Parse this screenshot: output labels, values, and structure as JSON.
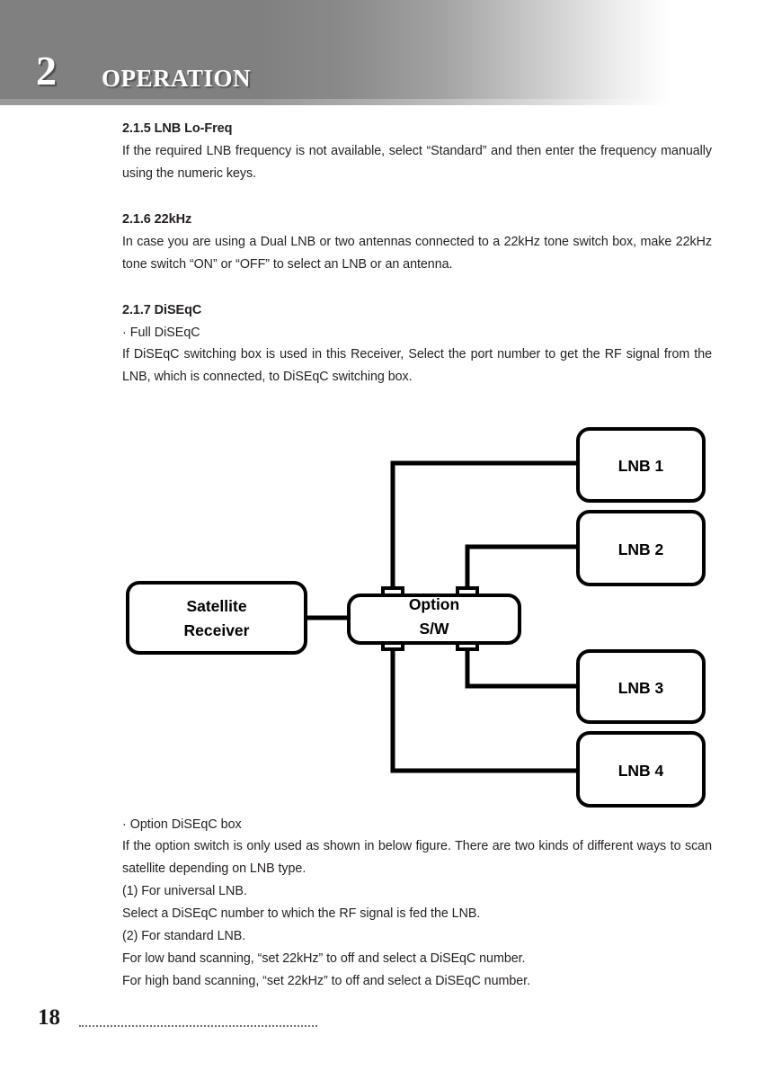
{
  "page": {
    "chapter_number": "2",
    "chapter_title": "OPERATION",
    "page_number": "18"
  },
  "sections": [
    {
      "heading": "2.1.5 LNB Lo-Freq",
      "body": "If the required LNB frequency is not available, select “Standard” and then enter the frequency manually using the numeric keys."
    },
    {
      "heading": "2.1.6 22kHz",
      "body": "In case you are using a Dual LNB or two antennas connected to a 22kHz tone switch box, make 22kHz tone switch “ON” or “OFF” to select an LNB or an antenna."
    },
    {
      "heading": "2.1.7 DiSEqC",
      "bullet": "· Full DiSEqC",
      "body": "If DiSEqC switching box is used in this Receiver, Select the port number to get the RF signal from the LNB, which is connected, to DiSEqC switching box."
    }
  ],
  "diagram": {
    "nodes": {
      "receiver": "Satellite\nReceiver",
      "receiver_line1": "Satellite",
      "receiver_line2": "Receiver",
      "switch_line1": "Option",
      "switch_line2": "S/W",
      "lnb1": "LNB 1",
      "lnb2": "LNB 2",
      "lnb3": "LNB 3",
      "lnb4": "LNB 4"
    },
    "stroke_color": "#000000",
    "fill_color": "#ffffff"
  },
  "bottom": {
    "bullet": "· Option DiSEqC box",
    "para1": "If the option switch is only used as shown in below figure. There are two kinds of different ways to scan satellite depending on LNB type.",
    "line_universal": "(1) For universal LNB.",
    "line_universal_detail": "Select a DiSEqC number to which the RF signal is fed the LNB.",
    "line_standard": "(2) For standard LNB.",
    "line_low_band": "For low band scanning, “set 22kHz” to off and select a DiSEqC number.",
    "line_high_band": "For high band scanning, “set 22kHz” to off and select a DiSEqC number."
  }
}
